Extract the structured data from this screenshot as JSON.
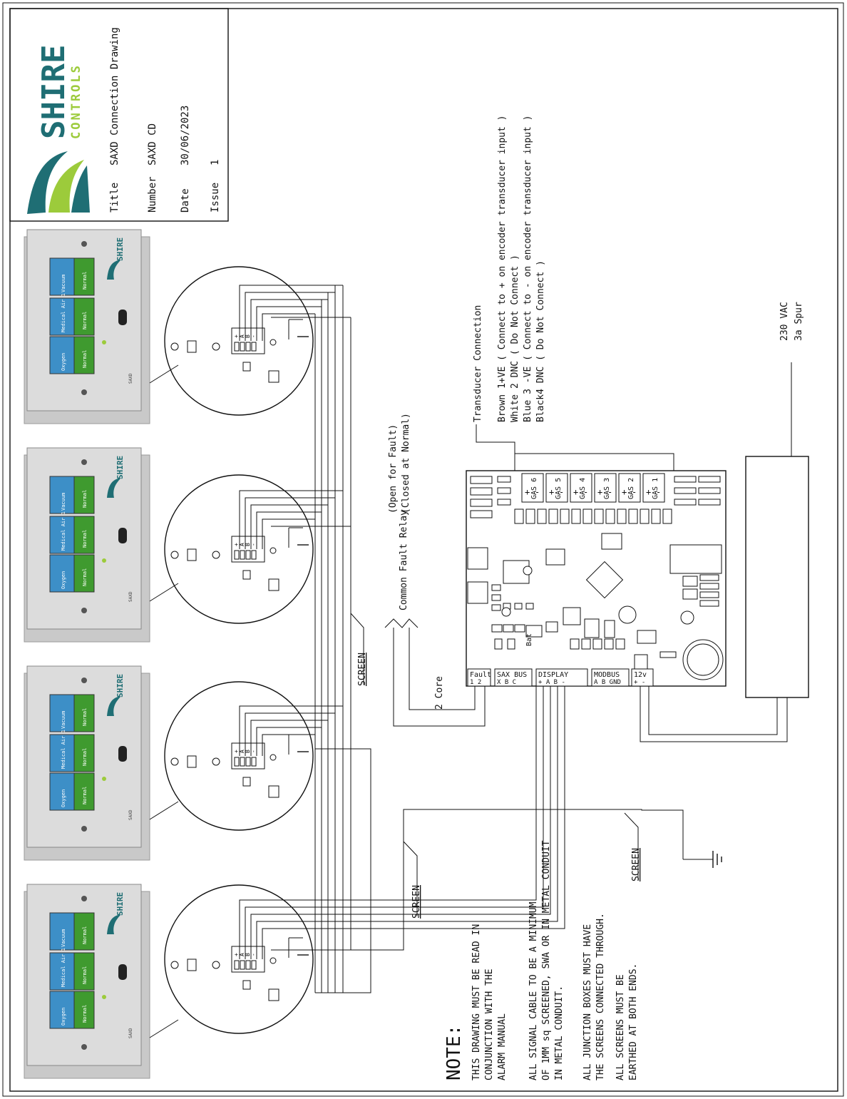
{
  "title_block": {
    "brand_top": "SHIRE",
    "brand_bottom": "CONTROLS",
    "brand_colors": {
      "teal": "#1f6e74",
      "green": "#9ccb3b"
    },
    "fields": [
      {
        "label": "Title",
        "value": "SAXD Connection Drawing"
      },
      {
        "label": "Number",
        "value": "SAXD CD"
      },
      {
        "label": "Date",
        "value": "30/06/2023"
      },
      {
        "label": "Issue",
        "value": "1"
      }
    ]
  },
  "transducer": {
    "heading": "Transducer Connection",
    "lines": [
      "Brown 1+VE ( Connect to + on encoder transducer input )",
      "White 2 DNC ( Do Not Connect )",
      "Blue 3 -VE ( Connect to - on encoder transducer input )",
      "Black4 DNC ( Do Not Connect )"
    ]
  },
  "power": {
    "line1": "230 VAC",
    "line2": "3a Spur"
  },
  "relay": {
    "label": "Common Fault Relay",
    "open": "(Open for Fault)",
    "closed": "(Closed at Normal)",
    "core": "2 Core"
  },
  "board": {
    "gas_labels": [
      "GAS 6",
      "GAS 5",
      "GAS 4",
      "GAS 3",
      "GAS 2",
      "GAS 1"
    ],
    "plus": "+",
    "minus": "-",
    "bat": "Bat",
    "terminals": [
      {
        "name": "Fault",
        "pins": "1  2"
      },
      {
        "name": "SAX BUS",
        "pins": "X  B  C"
      },
      {
        "name": "DISPLAY",
        "pins": "+   A    B   -"
      },
      {
        "name": "MODBUS",
        "pins": "A  B  GND"
      },
      {
        "name": "12v",
        "pins": "+  -"
      }
    ]
  },
  "screen_label": "SCREEN",
  "panels": [
    {
      "gases": [
        "Vacuum",
        "Medical Air 1",
        "Oxygen"
      ],
      "status": "Normal",
      "brand": "SHIRE",
      "tag": "SAXD"
    },
    {
      "gases": [
        "Vacuum",
        "Medical Air 1",
        "Oxygen"
      ],
      "status": "Normal",
      "brand": "SHIRE",
      "tag": "SAXD"
    },
    {
      "gases": [
        "Vacuum",
        "Medical Air 1",
        "Oxygen"
      ],
      "status": "Normal",
      "brand": "SHIRE",
      "tag": "SAXD"
    },
    {
      "gases": [
        "Vacuum",
        "Medical Air 1",
        "Oxygen"
      ],
      "status": "Normal",
      "brand": "SHIRE",
      "tag": "SAXD"
    }
  ],
  "detail_terminal_labels": [
    "+",
    "A",
    "B",
    "-"
  ],
  "notes": {
    "heading": "NOTE:",
    "paragraphs": [
      [
        "THIS DRAWING MUST BE READ IN",
        "CONJUNCTION WITH THE",
        "ALARM MANUAL"
      ],
      [
        "ALL SIGNAL CABLE TO BE A MINIMUM",
        "OF 1MM sq SCREENED, SWA OR IN METAL CONDUIT",
        "IN METAL CONDUIT."
      ],
      [
        "ALL JUNCTION BOXES MUST HAVE",
        "THE SCREENS CONNECTED THROUGH."
      ],
      [
        "ALL SCREENS MUST BE",
        "EARTHED AT BOTH ENDS."
      ]
    ]
  }
}
